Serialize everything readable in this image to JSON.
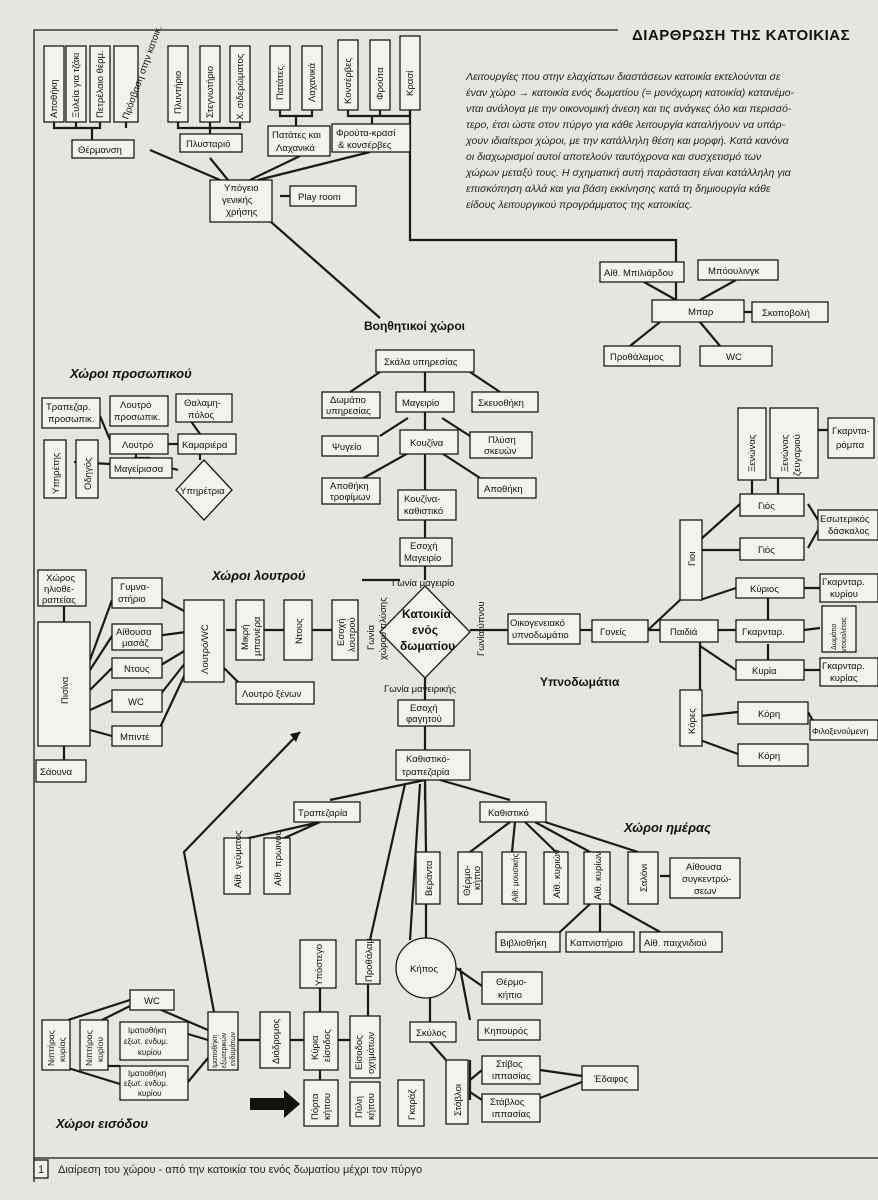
{
  "title": "ΔΙΑΡΘΡΩΣΗ ΤΗΣ ΚΑΤΟΙΚΙΑΣ",
  "intro_lines": [
    "Λειτουργίες που στην ελαχίστων διαστάσεων κατοικία εκτελούνται σε",
    "έναν χώρο → κατοικία ενός δωματίου (= μονόχωρη κατοικία) κατανέμο-",
    "νται ανάλογα με την οικονομική άνεση και τις ανάγκες όλο και περισσό-",
    "τερο, έτσι ώστε στον πύργο για κάθε λειτουργία καταλήγουν να υπάρ-",
    "χουν ιδιαίτεροι χώροι, με την κατάλληλη θέση και μορφή. Κατά κανόνα",
    "οι διαχωρισμοί αυτοί αποτελούν ταυτόχρονα και συσχετισμό των",
    "χώρων μεταξύ τους. Η σχηματική αυτή παράσταση είναι κατάλληλη για",
    "επισκόπηση αλλά και για βάση εκκίνησης κατά τη δημιουργία κάθε",
    "είδους λειτουργικού προγράμματος της κατοικίας."
  ],
  "caption": {
    "number": "1",
    "text": "Διαίρεση του χώρου - από την κατοικία του ενός δωματίου μέχρι τον πύργο"
  },
  "section_labels": {
    "auxiliary": "Βοηθητικοί χώροι",
    "staff": "Χώροι προσωπικού",
    "bath": "Χώροι λουτρού",
    "bedrooms": "Υπνοδωμάτια",
    "day": "Χώροι ημέρας",
    "entrance": "Χώροι εισόδου"
  },
  "center": {
    "lines": [
      "Κατοικία",
      "ενός",
      "δωματίου"
    ],
    "corner_top": "Γωνία μαγειρίο",
    "corner_bottom": "Γωνία μαγειρικής",
    "corner_left": [
      "Γωνία",
      "χώρου πλύσης"
    ],
    "corner_right": "Γωνία ύπνου"
  },
  "basement": {
    "heating_items": [
      "Αποθήκη",
      "Ξυλεία για τζάκι",
      "Πετρέλαιο θέρμ.",
      "Πρόσβαση στην κατοικ."
    ],
    "laundry_items": [
      "Πλυντήριο",
      "Στεγνωτήριο",
      "Χ. σιδερώματος"
    ],
    "potato_items": [
      "Πατάτες",
      "Λαχανικά"
    ],
    "fruit_items": [
      "Κονσέρβες",
      "Φρούτα",
      "Κρασί"
    ],
    "heating": "Θέρμανση",
    "laundry": "Πλυσταριό",
    "potatoes": [
      "Πατάτες και",
      "Λαχανικά"
    ],
    "fruit": [
      "Φρούτα-κρασί",
      "& κονσέρβες"
    ],
    "general": [
      "Υπόγειο",
      "γενικής",
      "χρήσης"
    ],
    "playroom": "Play room"
  },
  "bar": {
    "center": "Μπαρ",
    "billiards": "Αίθ. Μπιλιάρδου",
    "bowling": "Μπόουλινγκ",
    "shooting": "Σκοποβολή",
    "anteroom": "Προθάλαμος",
    "wc": "WC"
  },
  "kitchen": {
    "service_stair": "Σκάλα υπηρεσίας",
    "service_room": [
      "Δωμάτιο",
      "υπηρεσίας"
    ],
    "pantry": "Μαγειρίο",
    "scullery": "Σκευοθήκη",
    "fridge": "Ψυγείο",
    "kitchen": "Κουζίνα",
    "dishwash": [
      "Πλύση",
      "σκευών"
    ],
    "food_store": [
      "Αποθήκη",
      "τροφίμων"
    ],
    "storage": "Αποθήκη",
    "kitchen_seating": [
      "Κουζίνα-",
      "καθιστικό"
    ],
    "kitchen_niche": [
      "Εσοχή",
      "Μαγειρίο"
    ]
  },
  "staff": {
    "staff_dining": [
      "Τραπεζαρ.",
      "προσωπικ."
    ],
    "staff_bath": [
      "Λουτρό",
      "προσωπικ."
    ],
    "chambermaid": [
      "Θαλαμη-",
      "πόλος"
    ],
    "bath": "Λουτρό",
    "maid": "Καμαριέρα",
    "servant": "Υπηρέτης",
    "driver": "Οδηγός",
    "cook": "Μαγείρισσα",
    "housekeeper": "Υπηρέτρια"
  },
  "bath": {
    "sunbathing": [
      "Χώρος",
      "ηλιοθε-",
      "ραπείας"
    ],
    "pool": "Πισίνα",
    "sauna": "Σάουνα",
    "gym": [
      "Γυμνα-",
      "στήριο"
    ],
    "massage": [
      "Αίθουσα",
      "μασάζ"
    ],
    "shower": "Ντους",
    "wc": "WC",
    "bidet": "Μπιντέ",
    "bath_wc": "Λουτρό/WC",
    "small_tub": [
      "Μικρή",
      "μπανιέρα"
    ],
    "shower2": "Ντους",
    "bath_niche": [
      "Εσοχή",
      "λουτρού"
    ],
    "guest_bath": "Λουτρό ξένων"
  },
  "bedrooms": {
    "family_bed": [
      "Οικογενειακό",
      "υπνοδωμάτιο"
    ],
    "parents": "Γονείς",
    "children": "Παιδιά",
    "sons": "Γιοι",
    "son1": "Γιός",
    "son2": "Γιός",
    "guest": "Ξενώνας",
    "guest_couple": [
      "Ξενώνας",
      "ζευγαριού"
    ],
    "wardrobe_g": [
      "Γκαρντα-",
      "ρόμπα"
    ],
    "tutor": [
      "Εσωτερικός",
      "δάσκαλος"
    ],
    "mr": "Κύριος",
    "wardrobe": "Γκαρνταρ.",
    "mrs": "Κυρία",
    "wardrobe_mr": [
      "Γκαρνταρ.",
      "κυρίου"
    ],
    "dressing": [
      "Δωμάτιο",
      "ντουαλέτας"
    ],
    "wardrobe_mrs": [
      "Γκαρνταρ.",
      "κυρίας"
    ],
    "daughters": "Κόρες",
    "daughter1": "Κόρη",
    "daughter2": "Κόρη",
    "friend": "Φιλοξενούμενη"
  },
  "day": {
    "dining_niche": [
      "Εσοχή",
      "φαγητού"
    ],
    "dining_living": [
      "Καθιστικό-",
      "τραπεζαρία"
    ],
    "dining": "Τραπεζαρία",
    "living": "Καθιστικό",
    "banquet": "Αίθ. γεύματος",
    "breakfast": "Αίθ. πρωινού",
    "veranda": "Βεράντα",
    "conservatory": [
      "Θέρμο-",
      "κήπιο"
    ],
    "music": "Αίθ. μουσικής",
    "ladies": "Αίθ. κυριών",
    "gentlemen": "Αίθ. κυρίων",
    "salon": "Σαλόνι",
    "assembly": [
      "Αίθουσα",
      "συγκεντρώ-",
      "σεων"
    ],
    "library": "Βιβλιοθήκη",
    "smoking": "Καπνιστήριο",
    "games": "Αίθ. παιχνιδιού",
    "garden": "Κήπος",
    "greenhouse": [
      "Θέρμο-",
      "κήπιο"
    ],
    "gardener": "Κηπουρός",
    "kennel": "Σκύλος",
    "stables": "Στάβλοι",
    "ring": [
      "Στίβος",
      "ιππασίας"
    ],
    "stable": [
      "Στάβλος",
      "ιππασίας"
    ],
    "ground": "Έδαφος"
  },
  "entrance": {
    "wc": "WC",
    "nursery_lady": [
      "Νιπτήρας",
      "κυρίας"
    ],
    "nursery_mr": [
      "Νιπτήρας",
      "κυρίου"
    ],
    "cloak_mr": [
      "Ιματιοθήκη",
      "εξωτ. ενδυμ.",
      "κυρίου"
    ],
    "cloak_lady": [
      "Ιματιοθήκη",
      "εξωτ. ενδυμ.",
      "κυρίου"
    ],
    "cloakroom": [
      "Ιματιοθήκη",
      "εξωτερικών",
      "ενδυμάτων"
    ],
    "corridor": "Διάδρομος",
    "main_entry": [
      "Κύρια",
      "είσοδος"
    ],
    "car_entry": [
      "Είσοδος",
      "οχημάτων"
    ],
    "door": [
      "Πόρτα",
      "κήπου"
    ],
    "gate": [
      "Πύλη",
      "κήπου"
    ],
    "garage": "Γκαράζ",
    "shelter": "Υπόστεγο",
    "porch": "Προθάλαμ."
  }
}
